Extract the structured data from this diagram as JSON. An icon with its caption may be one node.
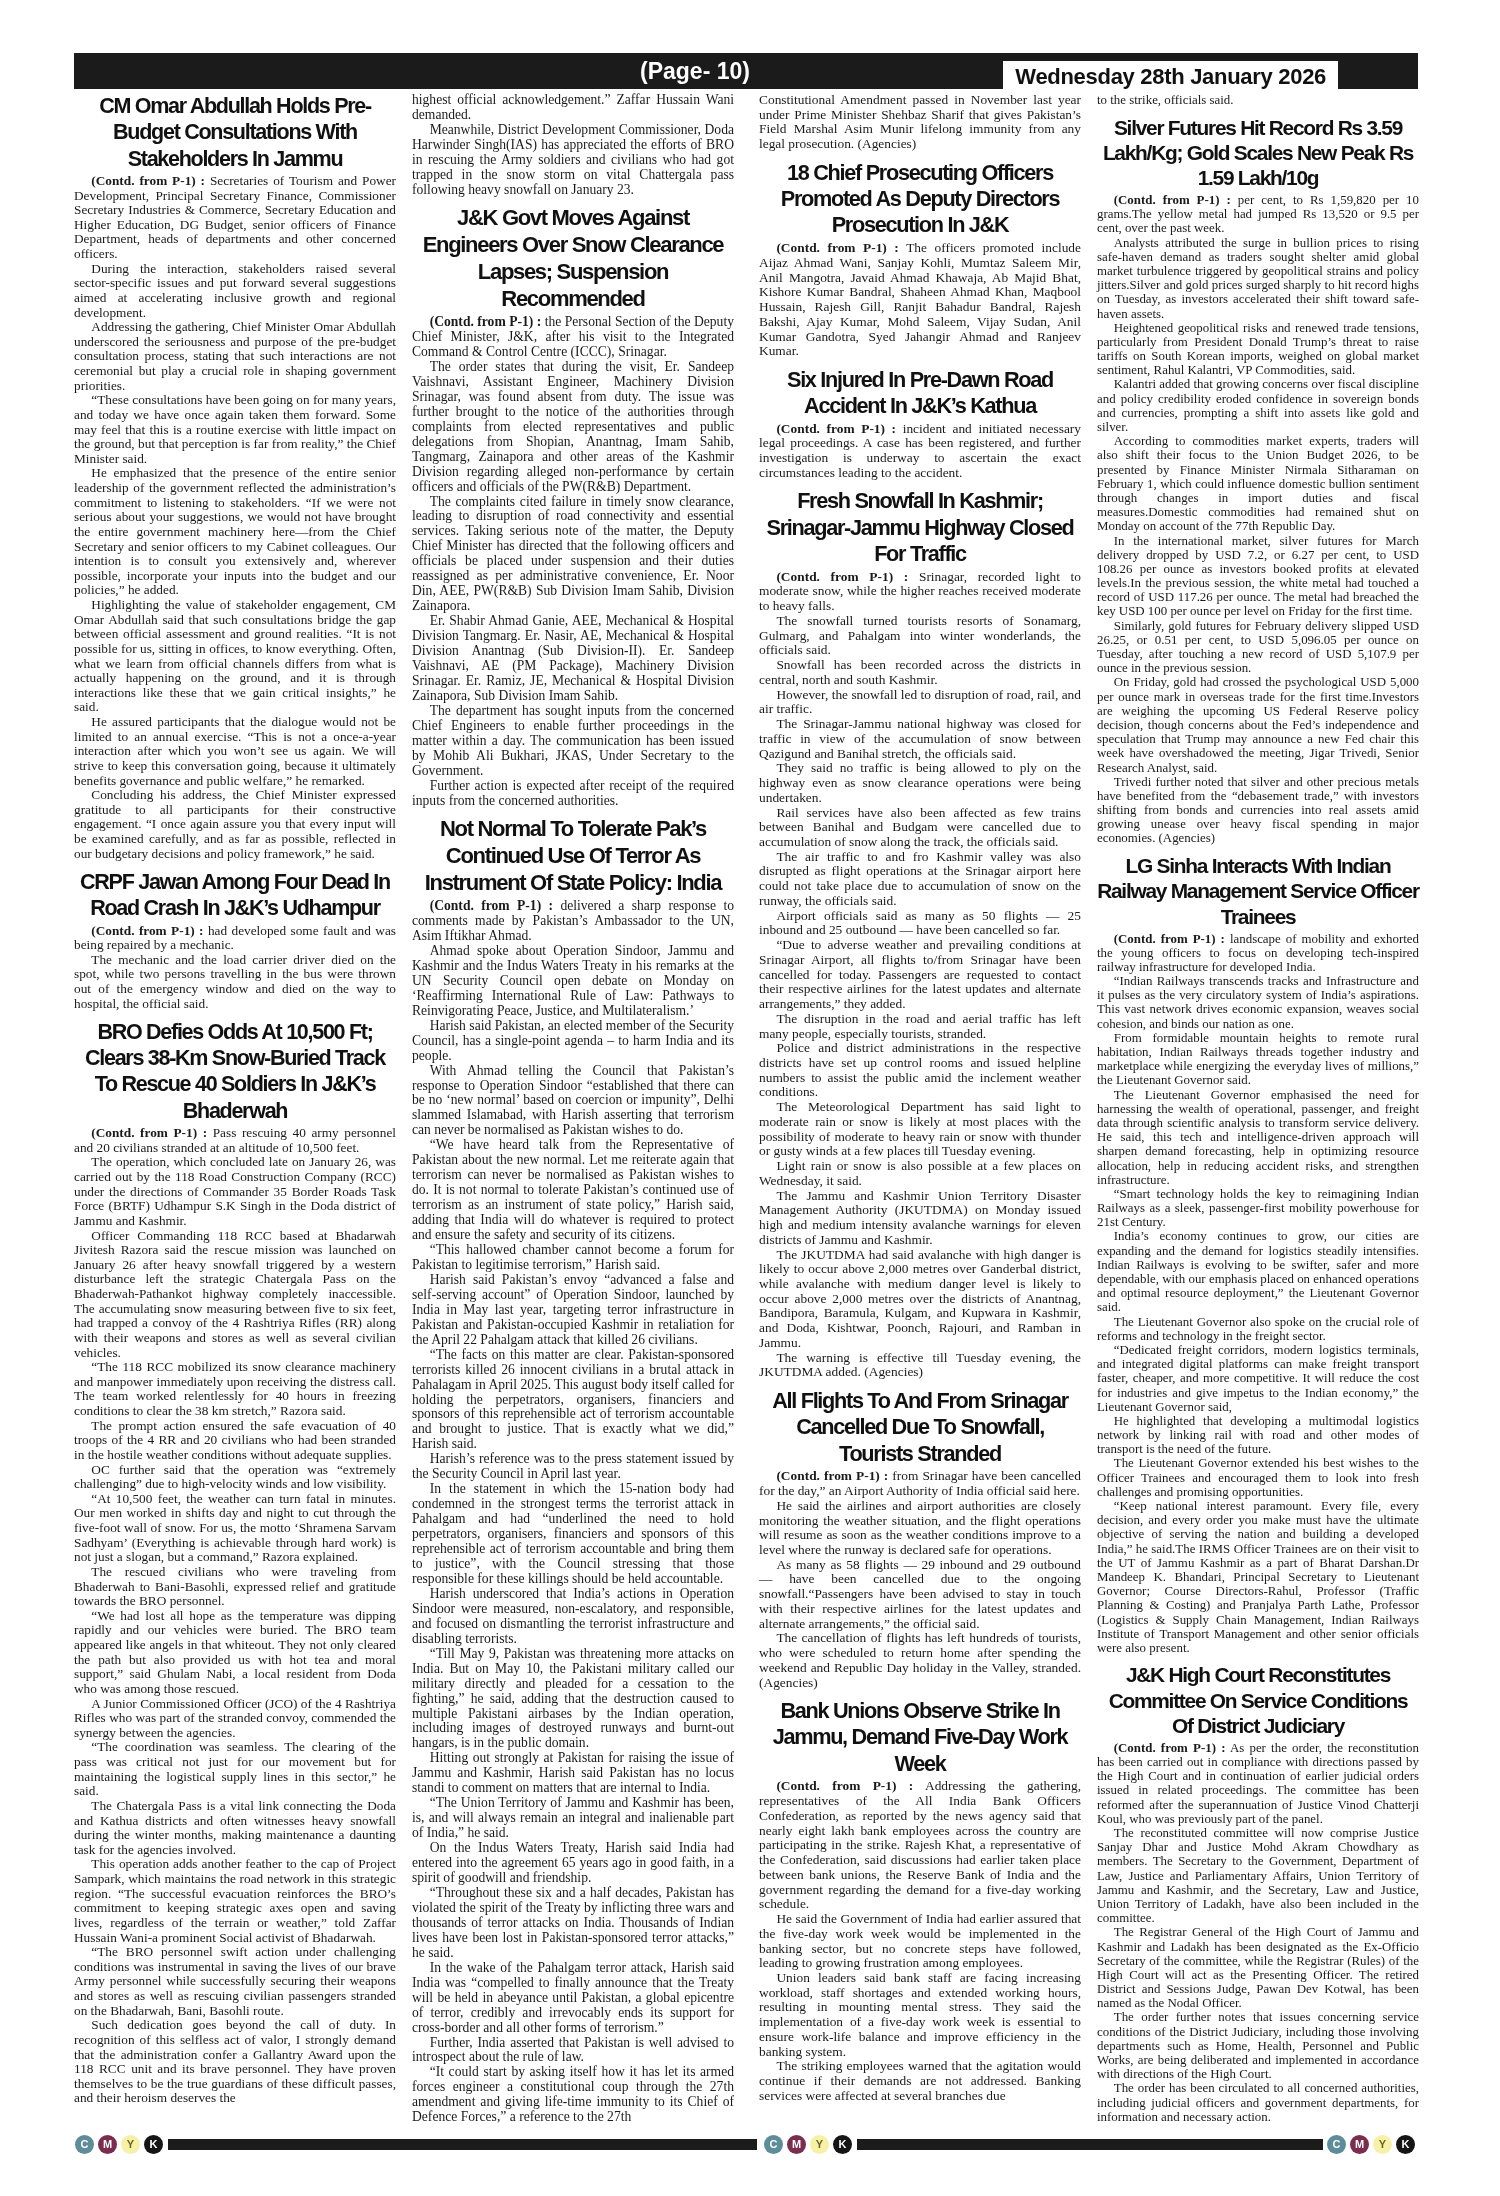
{
  "diagram": {
    "labels": [
      "(Page- 10)",
      "Wednesday 28th January 2026",
      "CM Omar Abdullah Holds Pre-Budget Consultations With Stakeholders In Jammu",
      "**(Contd. from P-1) :** Secretaries of Tourism and Power Development, Principal Secretary Finance, Commissioner Secretary Industries & Commerce, Secretary Education and Higher Education, DG Budget, senior officers of Finance Department, heads of departments and other concerned officers.",
      "During the interaction, stakeholders raised several sector-specific issues and put forward several suggestions aimed at accelerating inclusive growth and regional development.",
      "Addressing the gathering, Chief Minister Omar Abdullah underscored the seriousness and purpose of the pre-budget consultation process, stating that such interactions are not ceremonial but play a crucial role in shaping government priorities.",
      "“These consultations have been going on for many years, and today we have once again taken them forward. Some may feel that this is a routine exercise with little impact on the ground, but that perception is far from reality,” the Chief Minister said.",
      "He emphasized that the presence of the entire senior leadership of the government reflected the administration’s commitment to listening to stakeholders. “If we were not serious about your suggestions, we would not have brought the entire government machinery here—from the Chief Secretary and senior officers to my Cabinet colleagues. Our intention is to consult you extensively and, wherever possible, incorporate your inputs into the budget and our policies,” he added.",
      "Highlighting the value of stakeholder engagement, CM Omar Abdullah said that such consultations bridge the gap between official assessment and ground realities. “It is not possible for us, sitting in offices, to know everything. Often, what we learn from official channels differs from what is actually happening on the ground, and it is through interactions like these that we gain critical insights,” he said.",
      "He assured participants that the dialogue would not be limited to an annual exercise. “This is not a once-a-year interaction after which you won’t see us again. We will strive to keep this conversation going, because it ultimately benefits governance and public welfare,” he remarked.",
      "Concluding his address, the Chief Minister expressed gratitude to all participants for their constructive engagement. “I once again assure you that every input will be examined carefully, and as far as possible, reflected in our budgetary decisions and policy framework,” he said.",
      "CRPF Jawan Among Four Dead In Road Crash In J&K’s Udhampur",
      "**(Contd. from P-1) :** had developed some fault and was being repaired by a mechanic.",
      "The mechanic and the load carrier driver died on the spot, while two persons travelling in the bus were thrown out of the emergency window and died on the way to hospital, the official said.",
      "BRO Defies Odds At 10,500 Ft; Clears 38-Km Snow-Buried Track To Rescue 40 Soldiers In J&K’s Bhaderwah",
      "**(Contd. from P-1) :** Pass rescuing 40 army personnel and 20 civilians stranded at an altitude of 10,500 feet.",
      "The operation, which concluded late on January 26, was carried out by the 118 Road Construction Company (RCC) under the directions of Commander 35 Border Roads Task Force (BRTF) Udhampur S.K Singh in the Doda district of Jammu and Kashmir.",
      "Officer Commanding 118 RCC based at Bhadarwah Jivitesh Razora said the rescue mission was launched on January 26 after heavy snowfall triggered by a western disturbance left the strategic Chatergala Pass on the Bhaderwah-Pathankot highway completely inaccessible. The accumulating snow measuring between five to six feet, had trapped a convoy of the 4 Rashtriya Rifles (RR) along with their weapons and stores as well as several civilian vehicles.",
      "“The 118 RCC mobilized its snow clearance machinery and manpower immediately upon receiving the distress call. The team worked relentlessly for 40 hours in freezing conditions to clear the 38 km stretch,” Razora said.",
      "The prompt action ensured the safe evacuation of 40 troops of the 4 RR and 20 civilians who had been stranded in the hostile weather conditions without adequate supplies.",
      "OC further said that the operation was “extremely challenging” due to high-velocity winds and low visibility.",
      "“At 10,500 feet, the weather can turn fatal in minutes. Our men worked in shifts day and night to cut through the five-foot wall of snow. For us, the motto ‘Shramena Sarvam Sadhyam’ (Everything is achievable through hard work) is not just a slogan, but a command,” Razora explained.",
      "The rescued civilians who were traveling from Bhaderwah to Bani-Basohli, expressed relief and gratitude towards the BRO personnel.",
      "“We had lost all hope as the temperature was dipping rapidly and our vehicles were buried. The BRO team appeared like angels in that whiteout. They not only cleared the path but also provided us with hot tea and moral support,” said Ghulam Nabi, a local resident from Doda who was among those rescued.",
      "A Junior Commissioned Officer (JCO) of the 4 Rashtriya Rifles who was part of the stranded convoy, commended the synergy between the agencies.",
      "“The coordination was seamless. The clearing of the pass was critical not just for our movement but for maintaining the logistical supply lines in this sector,” he said.",
      "The Chatergala Pass is a vital link connecting the Doda and Kathua districts and often witnesses heavy snowfall during the winter months, making maintenance a daunting task for the agencies involved.",
      "This operation adds another feather to the cap of Project Sampark, which maintains the road network in this strategic region. “The successful evacuation reinforces the BRO’s commitment to keeping strategic axes open and saving lives, regardless of the terrain or weather,” told Zaffar Hussain Wani-a prominent Social activist of Bhadarwah.",
      "“The BRO personnel swift action under challenging conditions was instrumental in saving the lives of our brave Army personnel while successfully securing their weapons and stores as well as rescuing civilian passengers stranded on the Bhadarwah, Bani, Basohli route.",
      "Such dedication goes beyond the call of duty. In recognition of this selfless act of valor, I strongly demand that the administration confer a Gallantry Award upon the 118 RCC unit and its brave personnel. They have proven themselves to be the true guardians of these difficult passes, and their heroism deserves the",
      "highest official acknowledgement.” Zaffar Hussain Wani demanded.",
      "Meanwhile, District Development Commissioner, Doda Harwinder Singh(IAS) has appreciated the efforts of BRO in rescuing the Army soldiers and civilians who had got trapped in the snow storm on vital Chattergala pass following heavy snowfall on January 23.",
      "J&K Govt Moves Against Engineers Over Snow Clearance Lapses; Suspension Recommended",
      "**(Contd. from P-1) :** the Personal Section of the Deputy Chief Minister, J&K, after his visit to the Integrated Command & Control Centre (ICCC), Srinagar.",
      "The order states that during the visit, Er. Sandeep Vaishnavi, Assistant Engineer, Machinery Division Srinagar, was found absent from duty. The issue was further brought to the notice of the authorities through complaints from elected representatives and public delegations from Shopian, Anantnag, Imam Sahib, Tangmarg, Zainapora and other areas of the Kashmir Division regarding alleged non-performance by certain officers and officials of the PW(R&B) Department.",
      "The complaints cited failure in timely snow clearance, leading to disruption of road connectivity and essential services. Taking serious note of the matter, the Deputy Chief Minister has directed that the following officers and officials be placed under suspension and their duties reassigned as per administrative convenience, Er. Noor Din, AEE, PW(R&B) Sub Division Imam Sahib, Division Zainapora.",
      "Er. Shabir Ahmad Ganie, AEE, Mechanical & Hospital Division Tangmarg. Er. Nasir, AE, Mechanical & Hospital Division Anantnag (Sub Division-II). Er. Sandeep Vaishnavi, AE (PM Package), Machinery Division Srinagar. Er. Ramiz, JE, Mechanical & Hospital Division Zainapora, Sub Division Imam Sahib.",
      "The department has sought inputs from the concerned Chief Engineers to enable further proceedings in the matter within a day. The communication has been issued by Mohib Ali Bukhari, JKAS, Under Secretary to the Government.",
      "Further action is expected after receipt of the required inputs from the concerned authorities.",
      "Not Normal To Tolerate Pak’s Continued Use Of Terror As Instrument Of State Policy: India",
      "**(Contd. from P-1) :** delivered a sharp response to comments made by Pakistan’s Ambassador to the UN, Asim Iftikhar Ahmad.",
      "Ahmad spoke about Operation Sindoor, Jammu and Kashmir and the Indus Waters Treaty in his remarks at the UN Security Council open debate on Monday on ‘Reaffirming International Rule of Law: Pathways to Reinvigorating Peace, Justice, and Multilateralism.’",
      "Harish said Pakistan, an elected member of the Security Council, has a single-point agenda – to harm India and its people.",
      "With Ahmad telling the Council that Pakistan’s response to Operation Sindoor “established that there can be no ‘new normal’ based on coercion or impunity”, Delhi slammed Islamabad, with Harish asserting that terrorism can never be normalised as Pakistan wishes to do.",
      "“We have heard talk from the Representative of Pakistan about the new normal. Let me reiterate again that terrorism can never be normalised as Pakistan wishes to do. It is not normal to tolerate Pakistan’s continued use of terrorism as an instrument of state policy,” Harish said, adding that India will do whatever is required to protect and ensure the safety and security of its citizens.",
      "“This hallowed chamber cannot become a forum for Pakistan to legitimise terrorism,” Harish said.",
      "Harish said Pakistan’s envoy “advanced a false and self-serving account” of Operation Sindoor, launched by India in May last year, targeting terror infrastructure in Pakistan and Pakistan-occupied Kashmir in retaliation for the April 22 Pahalgam attack that killed 26 civilians.",
      "“The facts on this matter are clear. Pakistan-sponsored terrorists killed 26 innocent civilians in a brutal attack in Pahalagam in April 2025. This august body itself called for holding the perpetrators, organisers, financiers and sponsors of this reprehensible act of terrorism accountable and brought to justice. That is exactly what we did,” Harish said.",
      "Harish’s reference was to the press statement issued by the Security Council in April last year.",
      "In the statement in which the 15-nation body had condemned in the strongest terms the terrorist attack in Pahalgam and had “underlined the need to hold perpetrators, organisers, financiers and sponsors of this reprehensible act of terrorism accountable and bring them to justice”, with the Council stressing that those responsible for these killings should be held accountable.",
      "Harish underscored that India’s actions in Operation Sindoor were measured, non-escalatory, and responsible, and focused on dismantling the terrorist infrastructure and disabling terrorists.",
      "“Till May 9, Pakistan was threatening more attacks on India. But on May 10, the Pakistani military called our military directly and pleaded for a cessation to the fighting,” he said, adding that the destruction caused to multiple Pakistani airbases by the Indian operation, including images of destroyed runways and burnt-out hangars, is in the public domain.",
      "Hitting out strongly at Pakistan for raising the issue of Jammu and Kashmir, Harish said Pakistan has no locus standi to comment on matters that are internal to India.",
      "“The Union Territory of Jammu and Kashmir has been, is, and will always remain an integral and inalienable part of India,” he said.",
      "On the Indus Waters Treaty, Harish said India had entered into the agreement 65 years ago in good faith, in a spirit of goodwill and friendship.",
      "“Throughout these six and a half decades, Pakistan has violated the spirit of the Treaty by inflicting three wars and thousands of terror attacks on India. Thousands of Indian lives have been lost in Pakistan-sponsored terror attacks,” he said.",
      "In the wake of the Pahalgam terror attack, Harish said India was “compelled to finally announce that the Treaty will be held in abeyance until Pakistan, a global epicentre of terror, credibly and irrevocably ends its support for cross-border and all other forms of terrorism.”",
      "Further, India asserted that Pakistan is well advised to introspect about the rule of law.",
      "“It could start by asking itself how it has let its armed forces engineer a constitutional coup through the 27th amendment and giving life-time immunity to its Chief of Defence Forces,” a reference to the 27th",
      "Constitutional Amendment passed in November last year under Prime Minister Shehbaz Sharif that gives Pakistan’s Field Marshal Asim Munir lifelong immunity from any legal prosecution. (Agencies)",
      "18 Chief Prosecuting Officers Promoted As Deputy Directors Prosecution In J&K",
      "**(Contd. from P-1) :** The officers promoted include Aijaz Ahmad Wani, Sanjay Kohli, Mumtaz Saleem Mir, Anil Mangotra, Javaid Ahmad Khawaja, Ab Majid Bhat, Kishore Kumar Bandral, Shaheen Ahmad Khan, Maqbool Hussain, Rajesh Gill, Ranjit Bahadur Bandral, Rajesh Bakshi, Ajay Kumar, Mohd Saleem, Vijay Sudan, Anil Kumar Gandotra, Syed Jahangir Ahmad and Ranjeev Kumar.",
      "Six Injured In Pre-Dawn Road Accident In J&K’s Kathua",
      "**(Contd. from P-1) :** incident and initiated necessary legal proceedings. A case has been registered, and further investigation is underway to ascertain the exact circumstances leading to the accident.",
      "Fresh Snowfall In Kashmir; Srinagar-Jammu Highway Closed For Traffic",
      "**(Contd. from P-1) :** Srinagar, recorded light to moderate snow, while the higher reaches received moderate to heavy falls.",
      "The snowfall turned tourists resorts of Sonamarg, Gulmarg, and Pahalgam into winter wonderlands, the officials said.",
      "Snowfall has been recorded across the districts in central, north and south Kashmir.",
      "However, the snowfall led to disruption of road, rail, and air traffic.",
      "The Srinagar-Jammu national highway was closed for traffic in view of the accumulation of snow between Qazigund and Banihal stretch, the officials said.",
      "They said no traffic is being allowed to ply on the highway even as snow clearance operations were being undertaken.",
      "Rail services have also been affected as few trains between Banihal and Budgam were cancelled due to accumulation of snow along the track, the officials said.",
      "The air traffic to and fro Kashmir valley was also disrupted as flight operations at the Srinagar airport here could not take place due to accumulation of snow on the runway, the officials said.",
      "Airport officials said as many as 50 flights — 25 inbound and 25 outbound — have been cancelled so far.",
      "“Due to adverse weather and prevailing conditions at Srinagar Airport, all flights to/from Srinagar have been cancelled for today. Passengers are requested to contact their respective airlines for the latest updates and alternate arrangements,” they added.",
      "The disruption in the road and aerial traffic has left many people, especially tourists, stranded.",
      "Police and district administrations in the respective districts have set up control rooms and issued helpline numbers to assist the public amid the inclement weather conditions.",
      "The Meteorological Department has said light to moderate rain or snow is likely at most places with the possibility of moderate to heavy rain or snow with thunder or gusty winds at a few places till Tuesday evening.",
      "Light rain or snow is also possible at a few places on Wednesday, it said.",
      "The Jammu and Kashmir Union Territory Disaster Management Authority (JKUTDMA) on Monday issued high and medium intensity avalanche warnings for eleven districts of Jammu and Kashmir.",
      "The JKUTDMA had said avalanche with high danger is likely to occur above 2,000 metres over Ganderbal district, while avalanche with medium danger level is likely to occur above 2,000 metres over the districts of Anantnag, Bandipora, Baramula, Kulgam, and Kupwara in Kashmir, and Doda, Kishtwar, Poonch, Rajouri, and Ramban in Jammu.",
      "The warning is effective till Tuesday evening, the JKUTDMA added. (Agencies)",
      "All Flights To And From Srinagar Cancelled Due To Snowfall, Tourists Stranded",
      "**(Contd. from P-1) :** from Srinagar have been cancelled for the day,” an Airport Authority of India official said here.",
      "He said the airlines and airport authorities are closely monitoring the weather situation, and the flight operations will resume as soon as the weather conditions improve to a level where the runway is declared safe for operations.",
      "As many as 58 flights — 29 inbound and 29 outbound — have been cancelled due to the ongoing snowfall.“Passengers have been advised to stay in touch with their respective airlines for the latest updates and alternate arrangements,” the official said.",
      "The cancellation of flights has left hundreds of tourists, who were scheduled to return home after spending the weekend and Republic Day holiday in the Valley, stranded. (Agencies)",
      "Bank Unions Observe Strike In Jammu, Demand Five-Day Work Week",
      "**(Contd. from P-1) :** Addressing the gathering, representatives of the All India Bank Officers Confederation, as reported by the news agency said that nearly eight lakh bank employees across the country are participating in the strike. Rajesh Khat, a representative of the Confederation, said discussions had earlier taken place between bank unions, the Reserve Bank of India and the government regarding the demand for a five-day working schedule.",
      "He said the Government of India had earlier assured that the five-day work week would be implemented in the banking sector, but no concrete steps have followed, leading to growing frustration among employees.",
      "Union leaders said bank staff are facing increasing workload, staff shortages and extended working hours, resulting in mounting mental stress. They said the implementation of a five-day work week is essential to ensure work-life balance and improve efficiency in the banking system.",
      "The striking employees warned that the agitation would continue if their demands are not addressed. Banking services were affected at several branches due",
      "to the strike, officials said.",
      "Silver Futures Hit Record Rs 3.59 Lakh/Kg; Gold Scales New Peak Rs 1.59 Lakh/10g",
      "**(Contd. from P-1) :** per cent, to Rs 1,59,820 per 10 grams.The yellow metal had jumped Rs 13,520 or 9.5 per cent, over the past week.",
      "Analysts attributed the surge in bullion prices to rising safe-haven demand as traders sought shelter amid global market turbulence triggered by geopolitical strains and policy jitters.Silver and gold prices surged sharply to hit record highs on Tuesday, as investors accelerated their shift toward safe-haven assets.",
      "Heightened geopolitical risks and renewed trade tensions, particularly from President Donald Trump’s threat to raise tariffs on South Korean imports, weighed on global market sentiment, Rahul Kalantri, VP Commodities, said.",
      "Kalantri added that growing concerns over fiscal discipline and policy credibility eroded confidence in sovereign bonds and currencies, prompting a shift into assets like gold and silver.",
      "According to commodities market experts, traders will also shift their focus to the Union Budget 2026, to be presented by Finance Minister Nirmala Sitharaman on February 1, which could influence domestic bullion sentiment through changes in import duties and fiscal measures.Domestic commodities had remained shut on Monday on account of the 77th Republic Day.",
      "In the international market, silver futures for March delivery dropped by USD 7.2, or 6.27 per cent, to USD 108.26 per ounce as investors booked profits at elevated levels.In the previous session, the white metal had touched a record of USD 117.26 per ounce. The metal had breached the key USD 100 per ounce per level on Friday for the first time.",
      "Similarly, gold futures for February delivery slipped USD 26.25, or 0.51 per cent, to USD 5,096.05 per ounce on Tuesday, after touching a new record of USD 5,107.9 per ounce in the previous session.",
      "On Friday, gold had crossed the psychological USD 5,000 per ounce mark in overseas trade for the first time.Investors are weighing the upcoming US Federal Reserve policy decision, though concerns about the Fed’s independence and speculation that Trump may announce a new Fed chair this week have overshadowed the meeting, Jigar Trivedi, Senior Research Analyst, said.",
      "Trivedi further noted that silver and other precious metals have benefited from the “debasement trade,” with investors shifting from bonds and currencies into real assets amid growing unease over heavy fiscal spending in major economies. (Agencies)",
      "LG Sinha Interacts With Indian Railway Management Service Officer Trainees",
      "**(Contd. from P-1) :** landscape of mobility and exhorted the young officers to focus on developing tech-inspired railway infrastructure for developed India.",
      "“Indian Railways transcends tracks and Infrastructure and it pulses as the very circulatory system of India’s aspirations. This vast network drives economic expansion, weaves social cohesion, and binds our nation as one.",
      "From formidable mountain heights to remote rural habitation, Indian Railways threads together industry and marketplace while energizing the everyday lives of millions,” the Lieutenant Governor said.",
      "The Lieutenant Governor emphasised the need for harnessing the wealth of operational, passenger, and freight data through scientific analysis to transform service delivery. He said, this tech and intelligence-driven approach will sharpen demand forecasting, help in optimizing resource allocation, help in reducing accident risks, and strengthen infrastructure.",
      "“Smart technology holds the key to reimagining Indian Railways as a sleek, passenger-first mobility powerhouse for 21st Century.",
      "India’s economy continues to grow, our cities are expanding and the demand for logistics steadily intensifies. Indian Railways is evolving to be swifter, safer and more dependable, with our emphasis placed on enhanced operations and optimal resource deployment,” the Lieutenant Governor said.",
      "The Lieutenant Governor also spoke on the crucial role of reforms and technology in the freight sector.",
      "“Dedicated freight corridors, modern logistics terminals, and integrated digital platforms can make freight transport faster, cheaper, and more competitive. It will reduce the cost for industries and give impetus to the Indian economy,” the Lieutenant Governor said,",
      "He highlighted that developing a multimodal logistics network by linking rail with road and other modes of transport is the need of the future.",
      "The Lieutenant Governor extended his best wishes to the Officer Trainees and encouraged them to look into fresh challenges and promising opportunities.",
      "“Keep national interest paramount. Every file, every decision, and every order you make must have the ultimate objective of serving the nation and building a developed India,” he said.The IRMS Officer Trainees are on their visit to the UT of Jammu Kashmir as a part of Bharat Darshan.Dr Mandeep K. Bhandari, Principal Secretary to Lieutenant Governor; Course Directors-Rahul, Professor (Traffic Planning & Costing) and Pranjalya Parth Lathe, Professor (Logistics & Supply Chain Management, Indian Railways Institute of Transport Management and other senior officials were also present.",
      "J&K High Court Reconstitutes Committee On Service Conditions Of District Judiciary",
      "**(Contd. from P-1) :** As per the order, the reconstitution has been carried out in compliance with directions passed by the High Court and in continuation of earlier judicial orders issued in related proceedings. The committee has been reformed after the superannuation of Justice Vinod Chatterji Koul, who was previously part of the panel.",
      "The reconstituted committee will now comprise Justice Sanjay Dhar and Justice Mohd Akram Chowdhary as members. The Secretary to the Government, Department of Law, Justice and Parliamentary Affairs, Union Territory of Jammu and Kashmir, and the Secretary, Law and Justice, Union Territory of Ladakh, have also been included in the committee.",
      "The Registrar General of the High Court of Jammu and Kashmir and Ladakh has been designated as the Ex-Officio Secretary of the committee, while the Registrar (Rules) of the High Court will act as the Presenting Officer. The retired District and Sessions Judge, Pawan Dev Kotwal, has been named as the Nodal Officer.",
      "The order further notes that issues concerning service conditions of the District Judiciary, including those involving departments such as Home, Health, Personnel and Public Works, are being deliberated and implemented in accordance with directions of the High Court.",
      "The order has been circulated to all concerned authorities, including judicial officers and government departments, for information and necessary action.",
      "C",
      "M",
      "Y",
      "K",
      "C",
      "M",
      "Y",
      "K",
      "C",
      "M",
      "Y",
      "K"
    ]
  }
}
